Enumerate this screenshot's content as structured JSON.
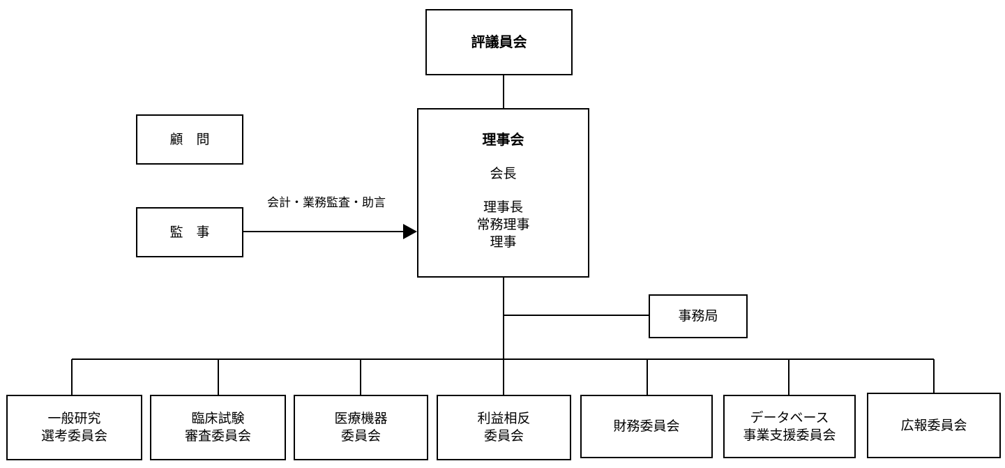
{
  "diagram": {
    "council_of_councilors": "評議員会",
    "advisor": "顧　問",
    "auditor": "監　事",
    "audit_arrow_label": "会計・業務監査・助言",
    "board": {
      "title": "理事会",
      "chair": "会長",
      "members": [
        "理事長",
        "常務理事",
        "理事"
      ]
    },
    "secretariat": "事務局",
    "committees": [
      {
        "lines": [
          "一般研究",
          "選考委員会"
        ]
      },
      {
        "lines": [
          "臨床試験",
          "審査委員会"
        ]
      },
      {
        "lines": [
          "医療機器",
          "委員会"
        ]
      },
      {
        "lines": [
          "利益相反",
          "委員会"
        ]
      },
      {
        "lines": [
          "財務委員会"
        ]
      },
      {
        "lines": [
          "データベース",
          "事業支援委員会"
        ]
      },
      {
        "lines": [
          "広報委員会"
        ]
      }
    ],
    "line_color": "#000000"
  }
}
